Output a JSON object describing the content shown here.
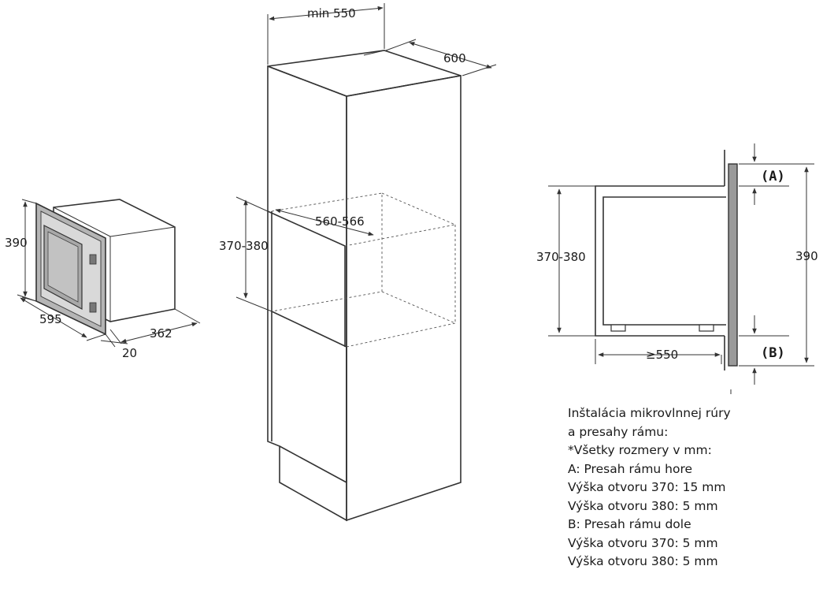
{
  "microwave": {
    "dim_height": "390",
    "dim_width": "595",
    "dim_frame": "20",
    "dim_depth": "362"
  },
  "cabinet": {
    "dim_top_width": "min 550",
    "dim_depth": "600",
    "dim_niche_height": "370-380",
    "dim_niche_width": "560-566"
  },
  "side_view": {
    "dim_opening": "370-380",
    "dim_total": "390",
    "dim_depth": "≥550",
    "label_a": "(A)",
    "label_b": "(B)"
  },
  "notes": {
    "lines": [
      "Inštalácia mikrovlnnej rúry",
      "a presahy rámu:",
      "*Všetky rozmery v mm:",
      "A: Presah rámu hore",
      "Výška otvoru 370: 15 mm",
      "Výška otvoru 380: 5 mm",
      "B: Presah rámu dole",
      "Výška otvoru 370: 5 mm",
      "Výška otvoru 380: 5 mm"
    ]
  }
}
